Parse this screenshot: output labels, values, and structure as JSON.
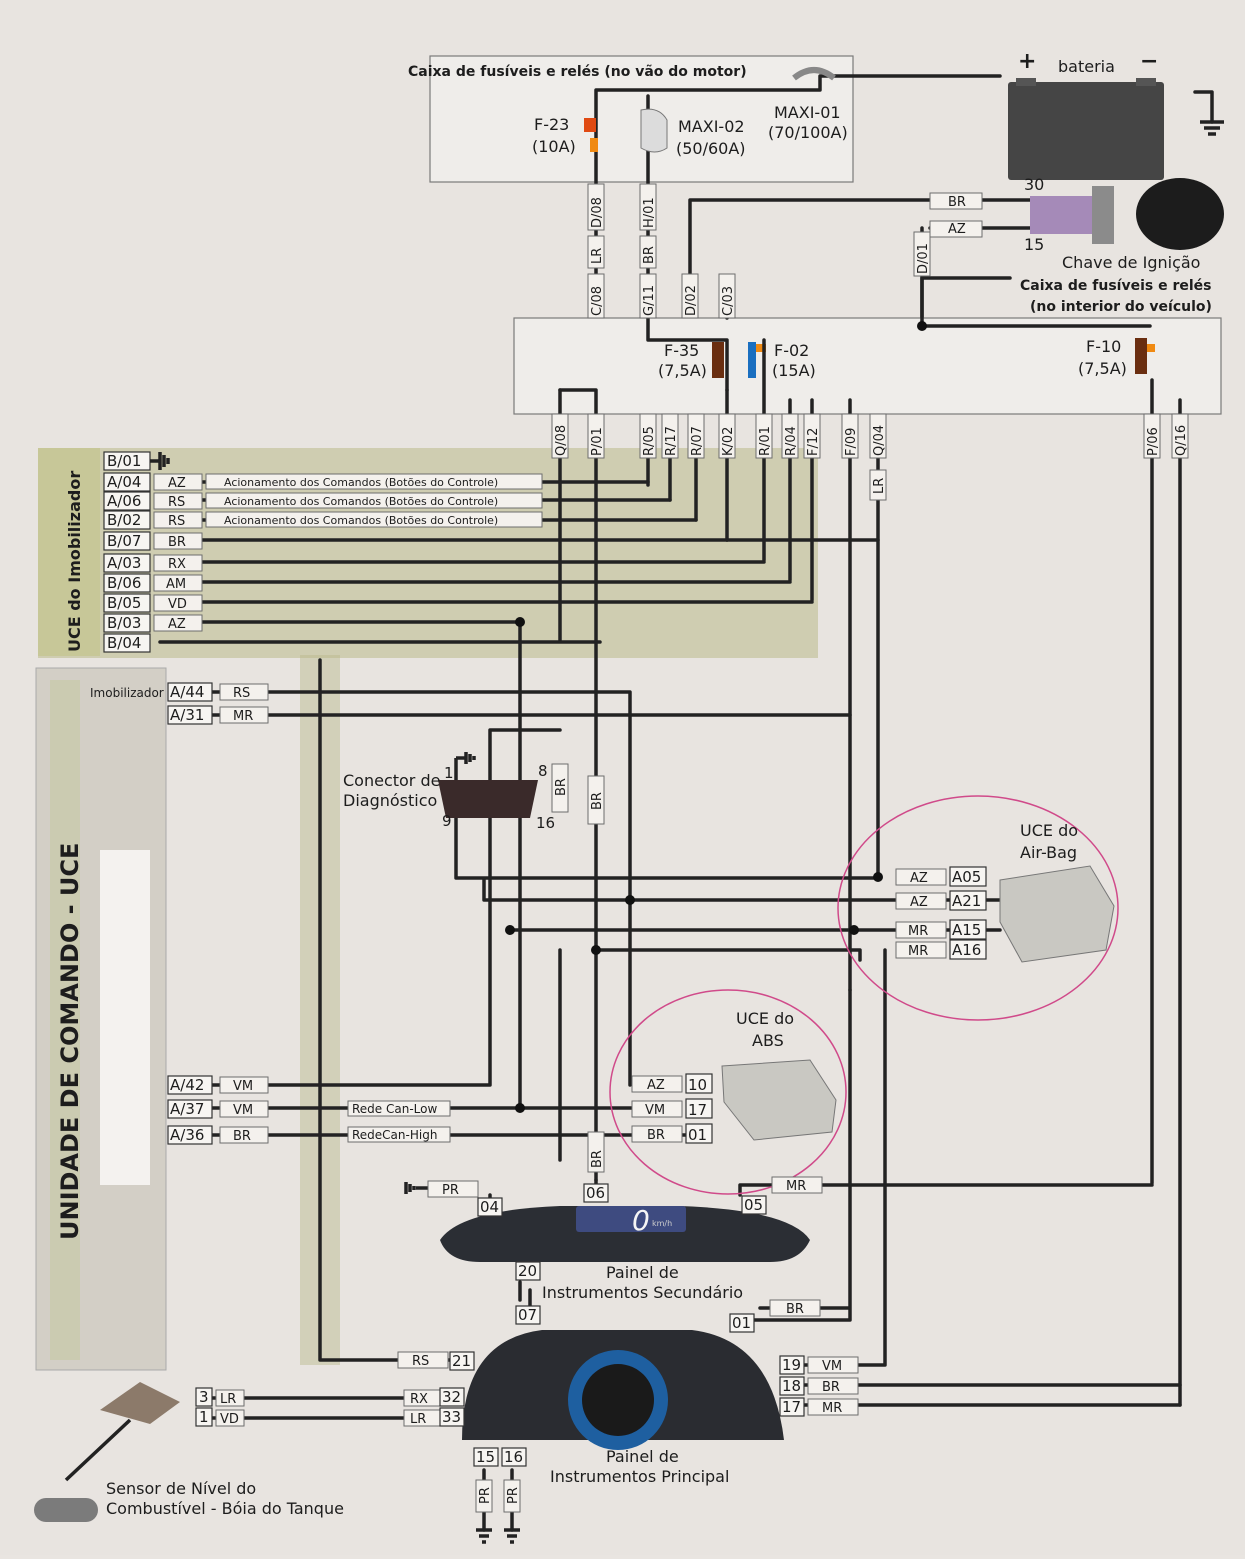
{
  "engine_fuse_box": {
    "title": "Caixa de fusíveis e relés (no vão do motor)",
    "fuses": [
      {
        "name": "F-23",
        "rating": "(10A)"
      },
      {
        "name": "MAXI-02",
        "rating": "(50/60A)"
      },
      {
        "name": "MAXI-01",
        "rating": "(70/100A)"
      }
    ]
  },
  "battery": {
    "label": "bateria",
    "plus": "+",
    "minus": "−"
  },
  "ignition": {
    "label": "Chave de Ignição",
    "t30": "30",
    "t15": "15",
    "wire1": "BR",
    "wire2": "AZ"
  },
  "interior_fuse_box": {
    "title_line1": "Caixa de fusíveis e relés",
    "title_line2": "(no interior do veículo)",
    "fuses": [
      {
        "name": "F-35",
        "rating": "(7,5A)"
      },
      {
        "name": "F-02",
        "rating": "(15A)"
      },
      {
        "name": "F-10",
        "rating": "(7,5A)"
      }
    ]
  },
  "vertical_labels": {
    "d08": "D/08",
    "h01": "H/01",
    "lr": "LR",
    "br": "BR",
    "c08": "C/08",
    "g11": "G/11",
    "d02": "D/02",
    "c03": "C/03",
    "d01": "D/01",
    "q08": "Q/08",
    "p01": "P/01",
    "r05": "R/05",
    "r17": "R/17",
    "r07": "R/07",
    "k02": "K/02",
    "r01": "R/01",
    "r04": "R/04",
    "f12": "F/12",
    "f09": "F/09",
    "q04": "Q/04",
    "p06": "P/06",
    "q16": "Q/16",
    "lr2": "LR",
    "br_diag1": "BR",
    "br_diag2": "BR",
    "br_abs": "BR",
    "pr1": "PR",
    "pr2": "PR"
  },
  "immobilizer": {
    "title": "UCE do Imobilizador",
    "pins": [
      {
        "pin": "B/01",
        "wire": ""
      },
      {
        "pin": "A/04",
        "wire": "AZ",
        "note": "Acionamento dos Comandos (Botões do Controle)"
      },
      {
        "pin": "A/06",
        "wire": "RS",
        "note": "Acionamento dos Comandos (Botões do Controle)"
      },
      {
        "pin": "B/02",
        "wire": "RS",
        "note": "Acionamento dos Comandos (Botões do Controle)"
      },
      {
        "pin": "B/07",
        "wire": "BR"
      },
      {
        "pin": "A/03",
        "wire": "RX"
      },
      {
        "pin": "B/06",
        "wire": "AM"
      },
      {
        "pin": "B/05",
        "wire": "VD"
      },
      {
        "pin": "B/03",
        "wire": "AZ"
      },
      {
        "pin": "B/04",
        "wire": ""
      }
    ]
  },
  "uce": {
    "title": "UNIDADE DE COMANDO - UCE",
    "imob_label": "Imobilizador",
    "pins": [
      {
        "pin": "A/44",
        "wire": "RS"
      },
      {
        "pin": "A/31",
        "wire": "MR"
      },
      {
        "pin": "A/42",
        "wire": "VM"
      },
      {
        "pin": "A/37",
        "wire": "VM"
      },
      {
        "pin": "A/36",
        "wire": "BR"
      }
    ],
    "can_low": "Rede Can-Low",
    "can_high": "RedeCan-High"
  },
  "diag": {
    "title1": "Conector de",
    "title2": "Diagnóstico",
    "p1": "1",
    "p8": "8",
    "p9": "9",
    "p16": "16"
  },
  "airbag": {
    "title1": "UCE do",
    "title2": "Air-Bag",
    "pins": [
      {
        "pin": "A05",
        "wire": "AZ"
      },
      {
        "pin": "A21",
        "wire": "AZ"
      },
      {
        "pin": "A15",
        "wire": "MR"
      },
      {
        "pin": "A16",
        "wire": "MR"
      }
    ]
  },
  "abs": {
    "title1": "UCE do",
    "title2": "ABS",
    "pins": [
      {
        "pin": "10",
        "wire": "AZ"
      },
      {
        "pin": "17",
        "wire": "VM"
      },
      {
        "pin": "01",
        "wire": "BR"
      }
    ]
  },
  "secondary_panel": {
    "title1": "Painel de",
    "title2": "Instrumentos Secundário",
    "speed": "0",
    "speed_unit": "km/h",
    "pins": {
      "p04": "04",
      "p06": "06",
      "p05": "05",
      "p20": "20",
      "pr": "PR",
      "mr": "MR"
    }
  },
  "main_panel": {
    "title1": "Painel de",
    "title2": "Instrumentos Principal",
    "pins": {
      "p07": "07",
      "p01": "01",
      "p21": "21",
      "p32": "32",
      "p33": "33",
      "p19": "19",
      "p18": "18",
      "p17": "17",
      "p15": "15",
      "p16": "16"
    },
    "wires": {
      "rs": "RS",
      "rx": "RX",
      "lr": "LR",
      "vm": "VM",
      "br": "BR",
      "mr": "MR",
      "br01": "BR"
    }
  },
  "fuel_sensor": {
    "title1": "Sensor de Nível do",
    "title2": "Combustível - Bóia do Tanque",
    "p3": "3",
    "p1": "1",
    "w3": "LR",
    "w1": "VD"
  },
  "colors": {
    "wire": "#222222",
    "fuse_red": "#e04a12",
    "fuse_orange": "#f08a12",
    "fuse_blue": "#1a6fc0",
    "fuse_brown": "#6a2e10",
    "circle": "#d04a8a"
  }
}
